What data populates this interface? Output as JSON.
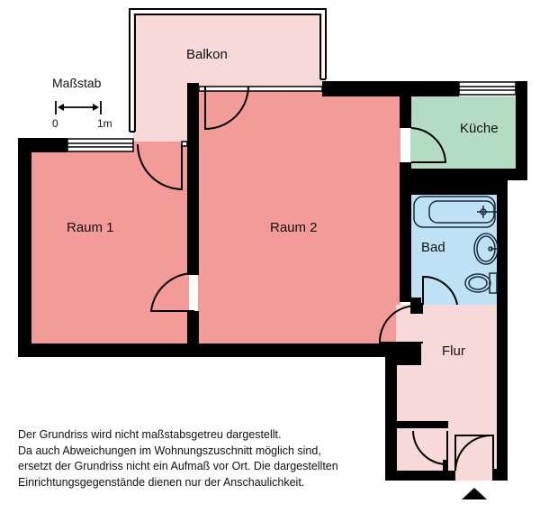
{
  "scale": {
    "title": "Maßstab",
    "start": "0",
    "end": "1m"
  },
  "rooms": {
    "balkon": {
      "label": "Balkon",
      "color": "#f8d9d9"
    },
    "raum1": {
      "label": "Raum 1",
      "color": "#f39b98"
    },
    "raum2": {
      "label": "Raum 2",
      "color": "#f39b98"
    },
    "kueche": {
      "label": "Küche",
      "color": "#b3dcc3"
    },
    "bad": {
      "label": "Bad",
      "color": "#bfe1f5"
    },
    "flur": {
      "label": "Flur",
      "color": "#f8d9d9"
    }
  },
  "wall_color": "#000000",
  "entrance_marker": "triangle-up",
  "disclaimer": {
    "lines": [
      "Der Grundriss wird nicht maßstabsgetreu dargestellt.",
      "Da auch Abweichungen im Wohnungszuschnitt möglich sind,",
      "ersetzt der Grundriss nicht ein Aufmaß vor Ort. Die dargestellten",
      "Einrichtungsgegenstände dienen nur der Anschaulichkeit."
    ]
  }
}
